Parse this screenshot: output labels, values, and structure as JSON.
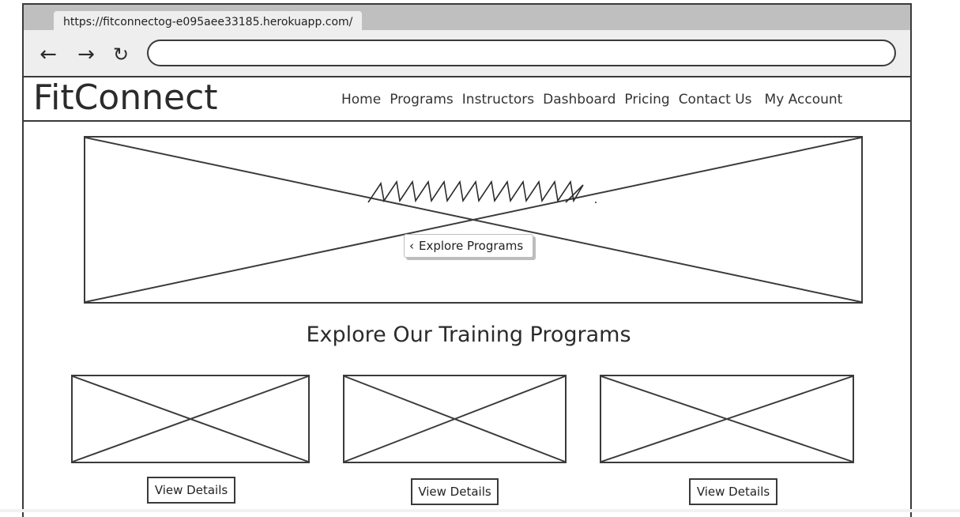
{
  "browser": {
    "tab_url": "https://fitconnectog-e095aee33185.herokuapp.com/",
    "address_value": ""
  },
  "icons": {
    "back": "arrow-left",
    "forward": "arrow-right",
    "reload": "reload"
  },
  "site": {
    "logo": "FitConnect",
    "nav": [
      "Home",
      "Programs",
      "Instructors",
      "Dashboard",
      "Pricing",
      "Contact Us",
      "My Account"
    ]
  },
  "hero": {
    "cta_label": "Explore Programs"
  },
  "programs": {
    "title": "Explore Our Training Programs",
    "cards": [
      {
        "button_label": "View Details"
      },
      {
        "button_label": "View Details"
      },
      {
        "button_label": "View Details"
      }
    ]
  }
}
